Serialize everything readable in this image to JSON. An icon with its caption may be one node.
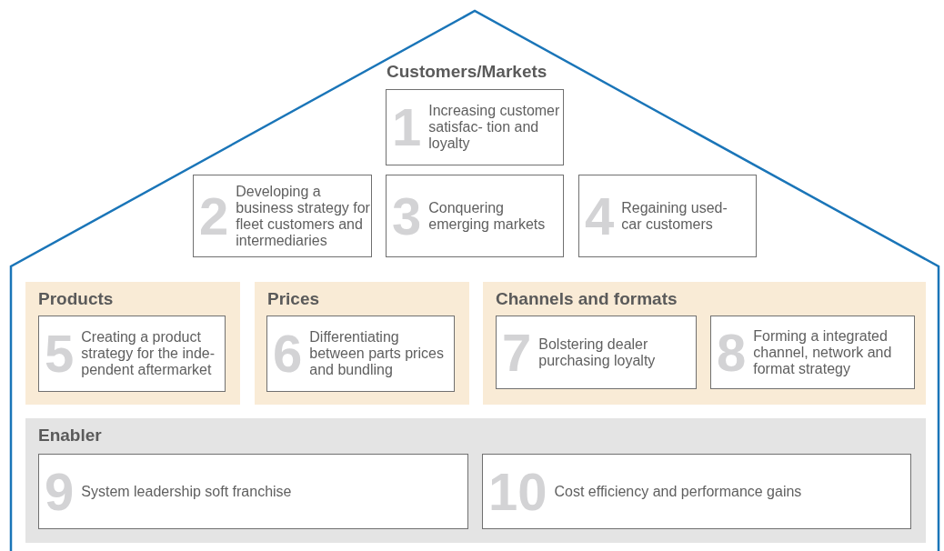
{
  "diagram": {
    "nodes": [
      {
        "text": [
          "Customers/Markets"
        ]
      },
      {
        "text": [
          "1",
          "Increasing customer satisfac- tion and loyalty"
        ],
        "in": 0
      },
      {
        "text": [
          "2",
          "Developing a business strategy for fleet customers and intermediaries"
        ],
        "in": 0
      },
      {
        "text": [
          "3",
          "Conquering emerging markets"
        ],
        "in": 0
      },
      {
        "text": [
          "4",
          "Regaining used-car customers"
        ],
        "in": 0
      },
      {
        "text": [
          "Products"
        ],
        "in": 0
      },
      {
        "text": [
          "5",
          "Creating a product strategy for the inde- pendent aftermarket"
        ],
        "in": 5
      },
      {
        "text": [
          "Prices"
        ],
        "in": 0
      },
      {
        "text": [
          "6",
          "Differentiating between parts prices and bundling"
        ],
        "in": 7
      },
      {
        "text": [
          "Channels and formats"
        ],
        "in": 0
      },
      {
        "text": [
          "7",
          "Bolstering dealer purchasing loyalty"
        ],
        "in": 9
      },
      {
        "text": [
          "8",
          "Forming a integrated channel, network and format strategy"
        ],
        "in": 9
      },
      {
        "text": [
          "Enabler"
        ],
        "in": 0
      },
      {
        "text": [
          "9",
          "System leadership soft franchise"
        ],
        "in": 12
      },
      {
        "text": [
          "10",
          "Cost efficiency and performance gains"
        ],
        "in": 12
      }
    ]
  }
}
